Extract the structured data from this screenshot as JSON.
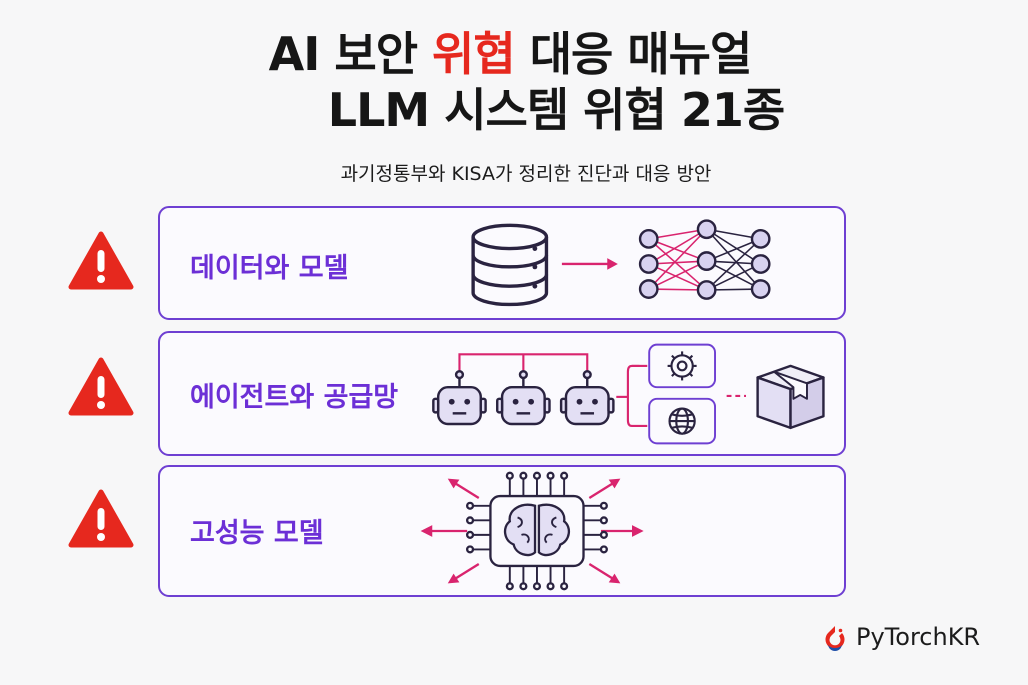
{
  "header": {
    "title_line1_a": "AI 보안 ",
    "title_line1_highlight": "위협",
    "title_line1_b": " 대응 매뉴얼",
    "title_line2": "LLM 시스템 위협 21종",
    "subtitle": "과기정통부와 KISA가 정리한 진단과 대응 방안",
    "highlight_color": "#e6281e"
  },
  "categories": [
    {
      "label": "데이터와 모델",
      "icons": [
        "database-icon",
        "neural-network-icon"
      ]
    },
    {
      "label": "에이전트와 공급망",
      "icons": [
        "robot-agent-icon",
        "gear-icon",
        "globe-icon",
        "package-box-icon"
      ]
    },
    {
      "label": "고성능 모델",
      "icons": [
        "ai-chip-brain-icon"
      ]
    }
  ],
  "warning_icon": "warning-triangle-icon",
  "colors": {
    "accent_purple": "#6c2fd6",
    "border_purple": "#6e3fd2",
    "arrow_pink": "#d9246e",
    "warning_red": "#e6281e"
  },
  "brand": {
    "name": "PyTorchKR",
    "icon": "pytorch-flame-icon"
  }
}
